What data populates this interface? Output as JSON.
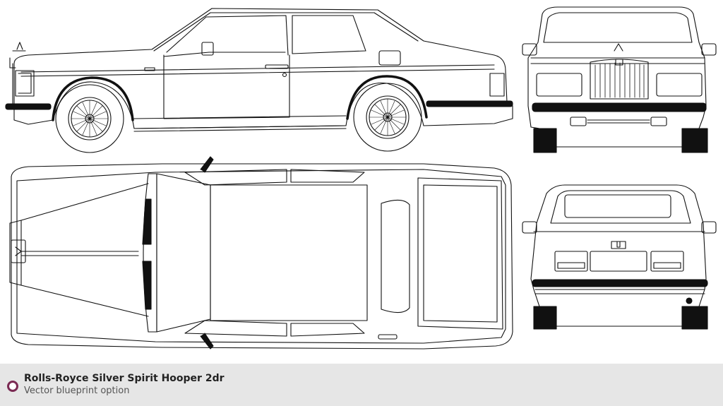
{
  "caption": {
    "title": "Rolls-Royce Silver Spirit Hooper 2dr",
    "subtitle": "Vector blueprint option"
  },
  "colors": {
    "line": "#111111",
    "footer_bg": "#e6e6e6",
    "bullet": "#7a2a53"
  },
  "views": [
    "side-view",
    "front-view",
    "top-view",
    "rear-view"
  ]
}
